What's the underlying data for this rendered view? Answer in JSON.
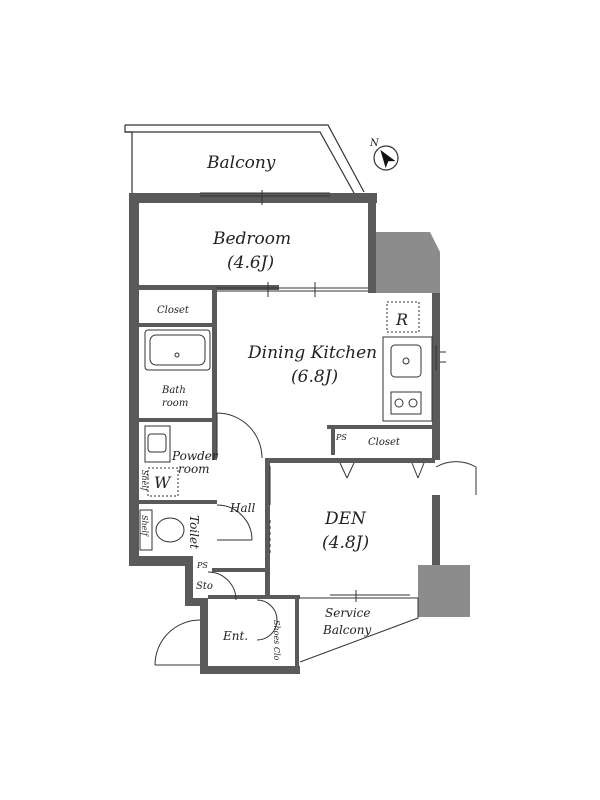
{
  "rooms": {
    "balcony": "Balcony",
    "bedroom": "Bedroom",
    "bedroom_size": "(4.6J)",
    "closet_left": "Closet",
    "dining_kitchen": "Dining Kitchen",
    "dining_kitchen_size": "(6.8J)",
    "fridge_mark": "R",
    "bathroom_1": "Bath",
    "bathroom_2": "room",
    "powder_1": "Powder",
    "powder_2": "room",
    "washer_mark": "W",
    "shelf_1": "Shelf",
    "shelf_2": "Shelf",
    "toilet": "Toilet",
    "hall": "Hall",
    "ps_1": "PS",
    "ps_2": "PS",
    "storage": "Sto",
    "closet_kitchen": "Closet",
    "den": "DEN",
    "den_size": "(4.8J)",
    "service_balcony_1": "Service",
    "service_balcony_2": "Balcony",
    "entrance": "Ent.",
    "shoes_closet": "Shoes Clo"
  },
  "compass": {
    "north": "N"
  },
  "colors": {
    "wall": "#5a5a5a",
    "column": "#8c8c8c",
    "line": "#333333"
  }
}
